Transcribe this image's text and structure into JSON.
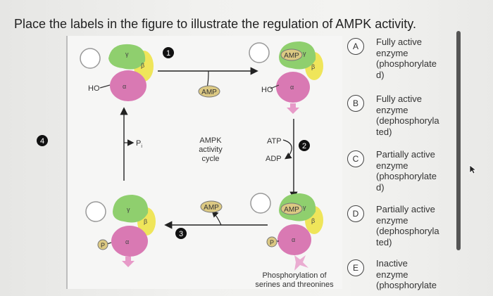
{
  "instruction": "Place the labels in the figure to illustrate the regulation of AMPK activity.",
  "subunits": {
    "alpha": "α",
    "beta": "β",
    "gamma": "γ"
  },
  "labels": {
    "amp": "AMP",
    "ho": "HO",
    "p": "P",
    "pi": "P",
    "pi_sub": "i",
    "atp": "ATP",
    "adp": "ADP",
    "cycle_line1": "AMPK",
    "cycle_line2": "activity",
    "cycle_line3": "cycle",
    "phospho_line1": "Phosphorylation of",
    "phospho_line2": "serines and threonines"
  },
  "steps": [
    "1",
    "2",
    "3",
    "4"
  ],
  "options": [
    {
      "letter": "A",
      "lines": [
        "Fully active",
        "enzyme",
        "(phosphorylate",
        "d)"
      ]
    },
    {
      "letter": "B",
      "lines": [
        "Fully active",
        "enzyme",
        "(dephosphoryla",
        "ted)"
      ]
    },
    {
      "letter": "C",
      "lines": [
        "Partially active",
        "enzyme",
        "(phosphorylate",
        "d)"
      ]
    },
    {
      "letter": "D",
      "lines": [
        "Partially active",
        "enzyme",
        "(dephosphoryla",
        "ted)"
      ]
    },
    {
      "letter": "E",
      "lines": [
        "Inactive",
        "enzyme",
        "(phosphorylate"
      ]
    }
  ],
  "colors": {
    "gamma": "#8fcf6e",
    "beta": "#efe55a",
    "alpha": "#d979b3",
    "amp": "#dcc983",
    "arrow_down": "#e79ac8"
  }
}
